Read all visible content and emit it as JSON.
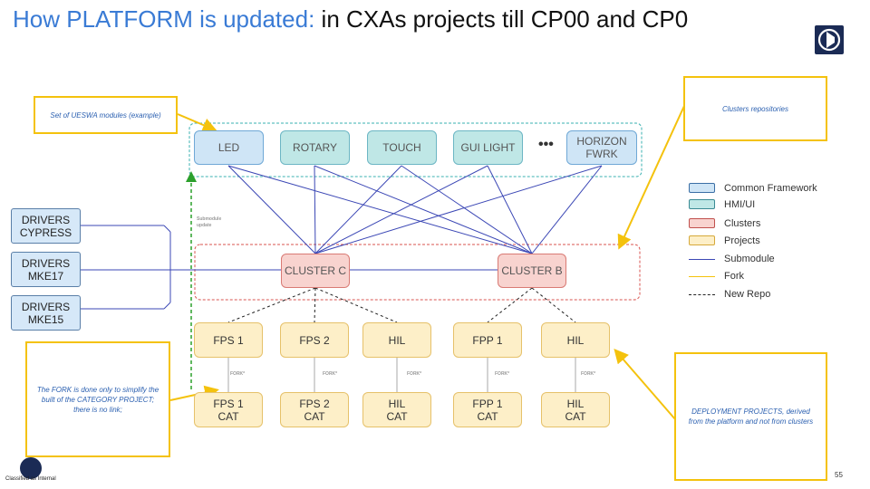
{
  "title": {
    "highlight": "How PLATFORM is updated:",
    "rest": " in CXAs projects till CP00 and CP0"
  },
  "modules": [
    "LED",
    "ROTARY",
    "TOUCH",
    "GUI LIGHT",
    "HORIZON\nFWRK"
  ],
  "ellipsis": "•••",
  "drivers": [
    "DRIVERS\nCYPRESS",
    "DRIVERS\nMKE17",
    "DRIVERS\nMKE15"
  ],
  "clusters": [
    "CLUSTER C",
    "CLUSTER B"
  ],
  "projects": [
    "FPS 1",
    "FPS 2",
    "HIL",
    "FPP 1",
    "HIL"
  ],
  "category_projects": [
    "FPS 1\nCAT",
    "FPS 2\nCAT",
    "HIL\nCAT",
    "FPP 1\nCAT",
    "HIL\nCAT"
  ],
  "fork_label": "FORK*",
  "submodule_update_label": "Submodule\nupdate",
  "notes": {
    "ueswa": "Set of UESWA modules (example)",
    "clusters_repos": "Clusters repositories",
    "fork": "The FORK is done only to simplify the built of the CATEGORY PROJECT; there is no link;",
    "deployment": "DEPLOYMENT PROJECTS, derived from the platform and not from clusters"
  },
  "legend": [
    {
      "label": "Common Framework",
      "kind": "swatch",
      "color": "#cfe5f6",
      "border": "#3a6ea5"
    },
    {
      "label": "HMI/UI",
      "kind": "swatch",
      "color": "#bfe7e6",
      "border": "#3a8a94"
    },
    {
      "label": "Clusters",
      "kind": "swatch",
      "color": "#f8d3cf",
      "border": "#c0504d"
    },
    {
      "label": "Projects",
      "kind": "swatch",
      "color": "#fdefc8",
      "border": "#d6a93a"
    },
    {
      "label": "Submodule",
      "kind": "line",
      "color": "#3b47b5",
      "style": "solid"
    },
    {
      "label": "Fork",
      "kind": "line",
      "color": "#f4c20d",
      "style": "solid"
    },
    {
      "label": "New Repo",
      "kind": "line",
      "color": "#222222",
      "style": "dashed"
    }
  ],
  "footer": {
    "classification": "Classified as Internal",
    "page_number": "55"
  }
}
